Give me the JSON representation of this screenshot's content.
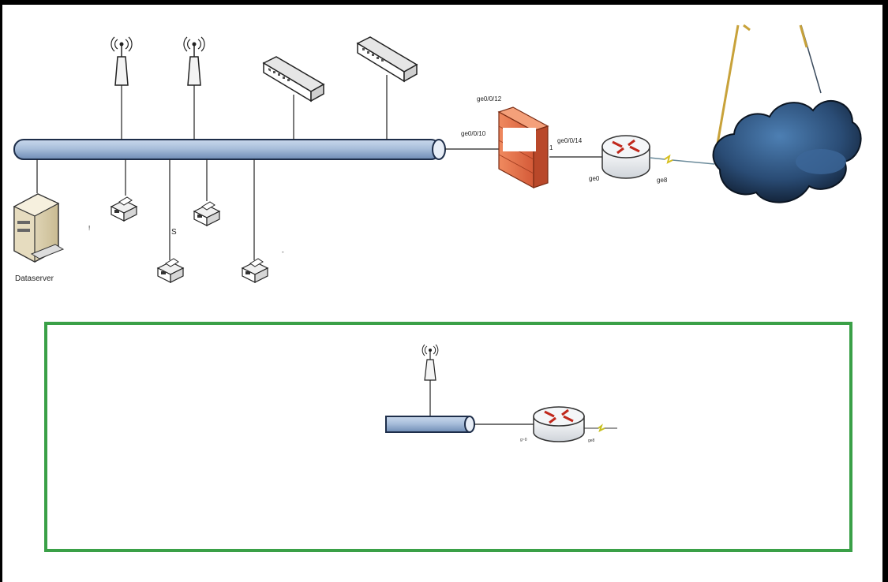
{
  "labels": {
    "dataserver": "Dataserver",
    "fw_port_top": "ge0/0/12",
    "fw_port_left": "ge0/0/10",
    "fw_port_right": "ge0/0/14",
    "fw_mark": "1",
    "router_left": "ge0",
    "router_right": "ge8",
    "printer_mark_a": "!",
    "printer_mark_b": "S",
    "printer_mark_c": "-",
    "inset_router_left": "g~0",
    "inset_router_right": "ge8"
  },
  "colors": {
    "bus_fill": "#a9bfdb",
    "bus_stroke": "#1e2e4a",
    "firewall": "#e8704c",
    "cloud": "#2a4c75",
    "router_arrows": "#c0281c",
    "inset_border": "#3aa047",
    "antenna_lines": "#c8a23a"
  },
  "icons": [
    "antenna-icon",
    "switch-icon",
    "printer-icon",
    "server-icon",
    "firewall-icon",
    "router-icon",
    "cloud-icon",
    "lightning-icon"
  ]
}
